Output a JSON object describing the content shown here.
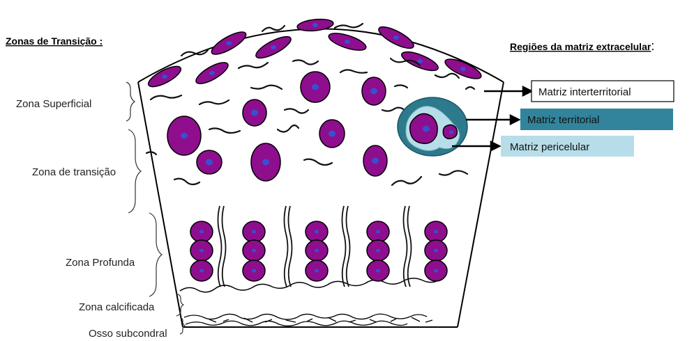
{
  "headers": {
    "zones_title": "Zonas de Transição :",
    "matrix_title_prefix": "Regiões da matriz extracelular",
    "matrix_title_suffix": ":"
  },
  "zones": [
    {
      "label": "Zona Superficial"
    },
    {
      "label": "Zona de transição"
    },
    {
      "label": "Zona Profunda"
    },
    {
      "label": "Zona calcificada"
    },
    {
      "label": "Osso subcondral"
    }
  ],
  "matrix_regions": [
    {
      "label": "Matriz interterritorial",
      "fill": "#ffffff",
      "stroke": "#000000"
    },
    {
      "label": "Matriz territorial",
      "fill": "#31849b",
      "stroke": "#31849b"
    },
    {
      "label": "Matriz pericelular",
      "fill": "#b7dde8",
      "stroke": "#b7dde8"
    }
  ],
  "colors": {
    "cell_fill": "#8e0e8e",
    "nucleus_fill": "#3a4fd0",
    "territorial": "#2c7a8c",
    "pericellular": "#b7dde8",
    "outline": "#000000"
  }
}
